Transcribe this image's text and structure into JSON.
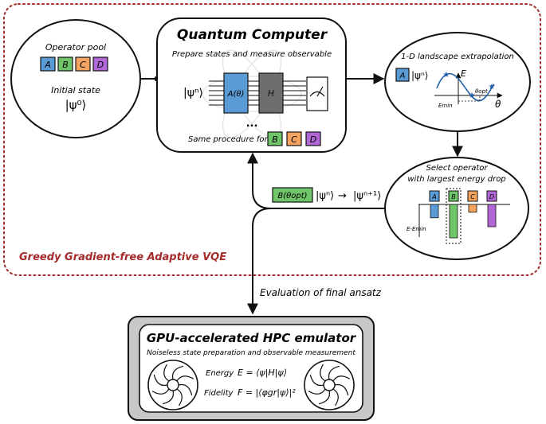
{
  "loop_label": "Greedy Gradient-free Adaptive VQE",
  "colors": {
    "A": "#5b9bd5",
    "B": "#70c46a",
    "C": "#f4a460",
    "D": "#b267d6",
    "loop_border": "#a52a2a",
    "emulator_outer": "#c8c8c8"
  },
  "pool_node": {
    "title": "Operator pool",
    "operators": [
      "A",
      "B",
      "C",
      "D"
    ],
    "initial_label": "Initial state",
    "initial_state": "|ψ⁰⟩"
  },
  "qc_node": {
    "title": "Quantum Computer",
    "subtitle": "Prepare states and measure observable",
    "input_state": "|ψⁿ⟩",
    "gate_a": "A(θ)",
    "gate_h": "H",
    "ellipsis": "...",
    "same_procedure": "Same procedure for",
    "same_ops": [
      "B",
      "C",
      "D"
    ]
  },
  "landscape_node": {
    "title": "1-D landscape extrapolation",
    "op": "A",
    "state": "|ψⁿ⟩",
    "e_axis": "E",
    "theta_axis": "θ",
    "theta_opt": "θopt",
    "e_min": "Emin"
  },
  "select_node": {
    "title_line1": "Select operator",
    "title_line2": "with largest energy drop",
    "ops": [
      "A",
      "B",
      "C",
      "D"
    ],
    "drops": [
      0.12,
      0.3,
      0.07,
      0.2
    ],
    "y_label": "E-Emin"
  },
  "update": {
    "op": "B(θopt)",
    "from_state": "|ψⁿ⟩",
    "arrow": "→",
    "to_state": "|ψⁿ⁺¹⟩"
  },
  "final_label": "Evaluation of final ansatz",
  "emulator": {
    "title": "GPU-accelerated HPC emulator",
    "subtitle": "Noiseless state preparation and observable measurement",
    "energy_label": "Energy",
    "energy_formula": "E = ⟨ψ|H|ψ⟩",
    "fidelity_label": "Fidelity",
    "fidelity_formula": "F = |⟨φgr|ψ⟩|²"
  }
}
